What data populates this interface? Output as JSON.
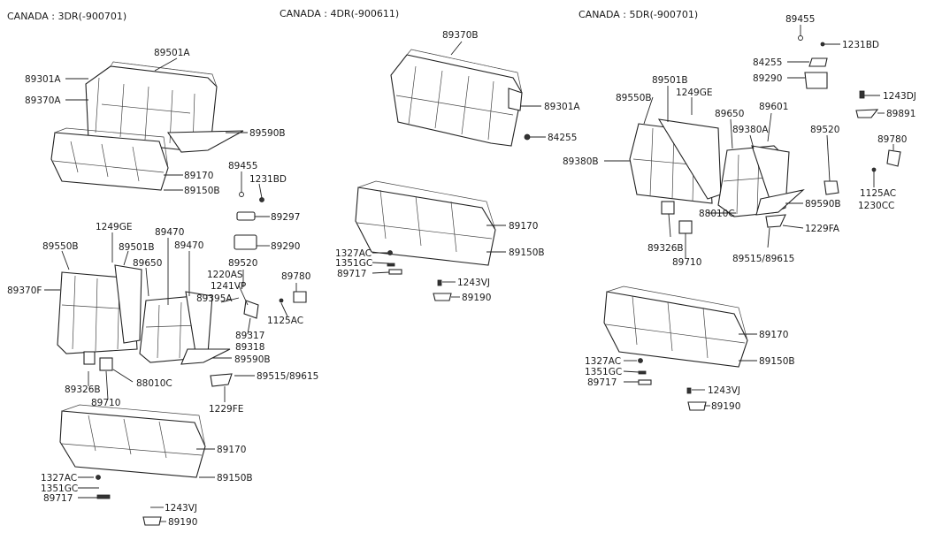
{
  "headers": [
    {
      "text": "CANADA : 3DR(-900701)"
    },
    {
      "text": "CANADA : 4DR(-900611)"
    },
    {
      "text": "CANADA : 5DR(-900701)"
    }
  ],
  "labels": {
    "p1": "89501A",
    "p2": "89301A",
    "p3": "89370A",
    "p4": "89590B",
    "p5": "89170",
    "p6": "89455",
    "p7": "1231BD",
    "p8": "89150B",
    "p9": "89297",
    "p10": "89290",
    "p11": "1249GE",
    "p12": "89470",
    "p13": "89470",
    "p14": "89550B",
    "p15": "89501B",
    "p16": "89650",
    "p17": "89520",
    "p18": "1220AS",
    "p19": "1241VP",
    "p20": "89395A",
    "p21": "89780",
    "p22": "89370F",
    "p23": "1125AC",
    "p24": "89317",
    "p25": "89318",
    "p26": "89590B",
    "p27": "89326B",
    "p28": "88010C",
    "p29": "89515/89615",
    "p30": "89710",
    "p31": "1229FE",
    "p32": "89170",
    "p33": "1327AC",
    "p34": "89150B",
    "p35": "1351GC",
    "p36": "89717",
    "p37": "1243VJ",
    "p38": "89190",
    "q1": "89370B",
    "q2": "89301A",
    "q3": "84255",
    "q4": "89170",
    "q5": "1327AC",
    "q6": "1351GC",
    "q7": "89150B",
    "q8": "89717",
    "q9": "1243VJ",
    "q10": "89190",
    "r1": "89455",
    "r2": "1231BD",
    "r3": "84255",
    "r4": "89290",
    "r5": "89501B",
    "r6": "1249GE",
    "r7": "1243DJ",
    "r8": "89550B",
    "r9": "89891",
    "r10": "89650",
    "r11": "89601",
    "r12": "89380A",
    "r13": "89520",
    "r14": "89780",
    "r15": "89380B",
    "r16": "1125AC",
    "r17": "1230CC",
    "r18": "89590B",
    "r19": "88010C",
    "r20": "1229FA",
    "r21": "89326B",
    "r22": "89515/89615",
    "r23": "89710",
    "r24": "89170",
    "r25": "1327AC",
    "r26": "89150B",
    "r27": "1351GC",
    "r28": "89717",
    "r29": "1243VJ",
    "r30": "89190"
  }
}
